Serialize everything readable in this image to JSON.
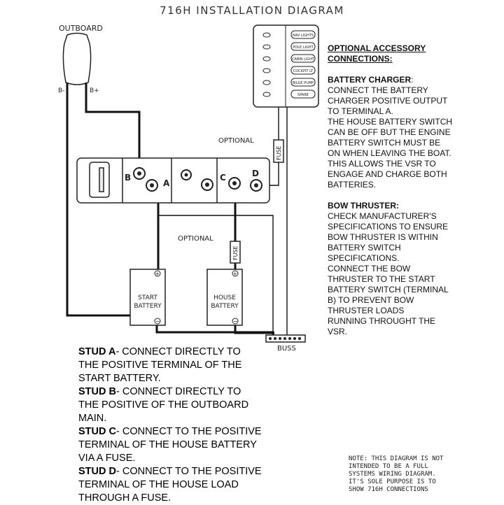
{
  "title": "716H INSTALLATION DIAGRAM",
  "diagram": {
    "outboard_label": "OUTBOARD",
    "outboard_neg": "B-",
    "outboard_pos": "B+",
    "optional_label_top": "OPTIONAL",
    "optional_label_mid": "OPTIONAL",
    "fuse_label_top": "FUSE",
    "fuse_label_mid": "FUSE",
    "stud_labels": [
      "B",
      "A",
      "C",
      "D"
    ],
    "start_battery": [
      "START",
      "BATTERY"
    ],
    "house_battery": [
      "HOUSE",
      "BATTERY"
    ],
    "battery_pos": "+",
    "battery_neg": "−",
    "buss_label": "BUSS",
    "panel_switches": [
      "NAV LIGHTS",
      "POLE LIGHT",
      "CABIN LIGHT",
      "COCKPIT LT",
      "BILGE PUMP",
      "SPARE"
    ]
  },
  "accessory": {
    "heading": [
      "OPTIONAL ACCESSORY",
      "CONNECTIONS:"
    ],
    "charger_title": "BATTERY CHARGER",
    "charger_colon": ":",
    "charger_lines": [
      "CONNECT THE BATTERY",
      "CHARGER POSITIVE OUTPUT",
      "TO TERMINAL A.",
      "THE HOUSE BATTERY SWITCH",
      "CAN BE OFF BUT THE ENGINE",
      "BATTERY SWITCH MUST BE",
      "ON WHEN LEAVING THE BOAT.",
      "THIS ALLOWS THE VSR TO",
      "ENGAGE AND CHARGE BOTH",
      "BATTERIES."
    ],
    "thruster_title": "BOW THRUSTER:",
    "thruster_lines": [
      "CHECK MANUFACTURER'S",
      "SPECIFICATIONS TO ENSURE",
      "BOW THRUSTER IS WITHIN",
      "BATTERY SWITCH",
      "SPECIFICATIONS.",
      "CONNECT THE BOW",
      "THRUSTER TO THE START",
      "BATTERY SWITCH (TERMINAL",
      "B) TO PREVENT BOW",
      "THRUSTER LOADS",
      "RUNNING THROUGHT THE",
      "VSR."
    ]
  },
  "studs": [
    {
      "label": "STUD A",
      "lines": [
        "- CONNECT DIRECTLY TO",
        "THE POSITIVE TERMINAL OF THE",
        "START BATTERY."
      ]
    },
    {
      "label": "STUD B",
      "lines": [
        "- CONNECT DIRECTLY TO",
        "THE POSITIVE OF THE OUTBOARD",
        "MAIN."
      ]
    },
    {
      "label": "STUD C",
      "lines": [
        "- CONNECT TO THE POSITIVE",
        "TERMINAL OF THE HOUSE BATTERY",
        "VIA A FUSE."
      ]
    },
    {
      "label": "STUD D",
      "lines": [
        "- CONNECT TO THE POSITIVE",
        "TERMINAL OF THE HOUSE LOAD",
        "THROUGH A FUSE."
      ]
    }
  ],
  "note": [
    "NOTE: THIS DIAGRAM IS NOT",
    "INTENDED TO BE A FULL",
    "SYSTEMS WIRING DIAGRAM.",
    "IT'S SOLE PURPOSE IS TO",
    "SHOW 716H CONNECTIONS"
  ]
}
